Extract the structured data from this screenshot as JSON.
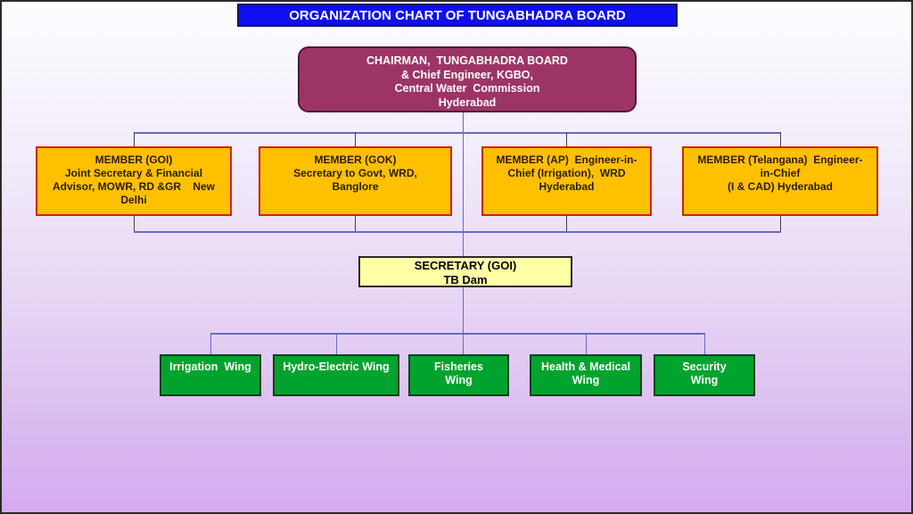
{
  "page": {
    "title": "ORGANIZATION CHART OF TUNGABHADRA BOARD"
  },
  "nodes": {
    "chairman": {
      "text": "CHAIRMAN,  TUNGABHADRA BOARD\n& Chief Engineer, KGBO,\nCentral Water  Commission\nHyderabad"
    },
    "members": [
      {
        "id": "member-goi",
        "text": "MEMBER (GOI)\nJoint Secretary & Financial\nAdvisor, MOWR, RD &GR    New\nDelhi"
      },
      {
        "id": "member-gok",
        "text": "MEMBER (GOK)\nSecretary to Govt, WRD,\nBanglore"
      },
      {
        "id": "member-ap",
        "text": "MEMBER (AP)  Engineer-in-\nChief (Irrigation),  WRD\nHyderabad"
      },
      {
        "id": "member-telangana",
        "text": "MEMBER (Telangana)  Engineer-\nin-Chief\n(I & CAD) Hyderabad"
      }
    ],
    "secretary": {
      "text": "SECRETARY (GOI)\nTB Dam"
    },
    "wings": [
      {
        "id": "irrigation-wing",
        "text": "Irrigation  Wing"
      },
      {
        "id": "hydro-electric-wing",
        "text": "Hydro-Electric Wing"
      },
      {
        "id": "fisheries-wing",
        "text": "Fisheries\nWing"
      },
      {
        "id": "health-medical-wing",
        "text": "Health & Medical\nWing"
      },
      {
        "id": "security-wing",
        "text": "Security\nWing"
      }
    ]
  },
  "colors": {
    "title_bg": "#0f0ff0",
    "title_text": "#ffffff",
    "chairman_bg": "#9c3566",
    "chairman_border": "#4f1b3a",
    "member_bg": "#ffc000",
    "member_border": "#cf2600",
    "member_text": "#2b1c08",
    "secretary_bg": "#ffffa6",
    "wing_bg": "#00a32e",
    "wing_text": "#ffffff",
    "connector": "#6a6ac0",
    "background_top": "#fdfdff",
    "background_bottom": "#d5abf1"
  }
}
